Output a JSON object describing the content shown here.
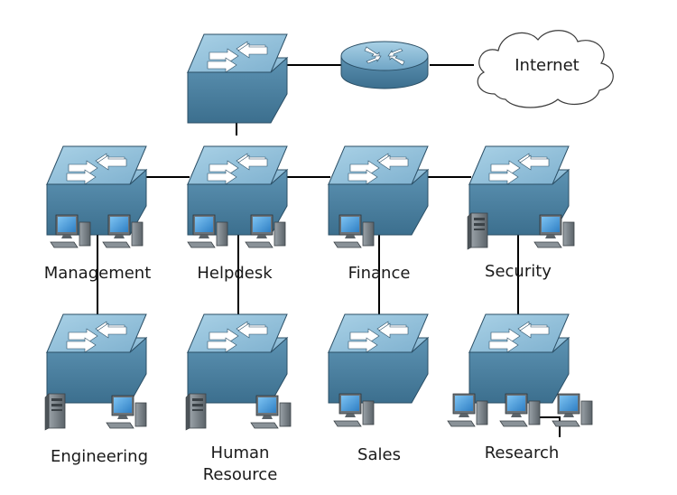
{
  "cloud": {
    "label": "Internet"
  },
  "departments": [
    {
      "label": "Management"
    },
    {
      "label": "Helpdesk"
    },
    {
      "label": "Finance"
    },
    {
      "label": "Security"
    },
    {
      "label": "Engineering"
    },
    {
      "label": "Human Resource"
    },
    {
      "label": "Sales"
    },
    {
      "label": "Research"
    }
  ],
  "colors": {
    "device_top": "#8fbfd9",
    "device_side": "#4f86a8",
    "device_edge": "#2b4f66",
    "screen": "#3f8fd6",
    "link": "#000000"
  }
}
